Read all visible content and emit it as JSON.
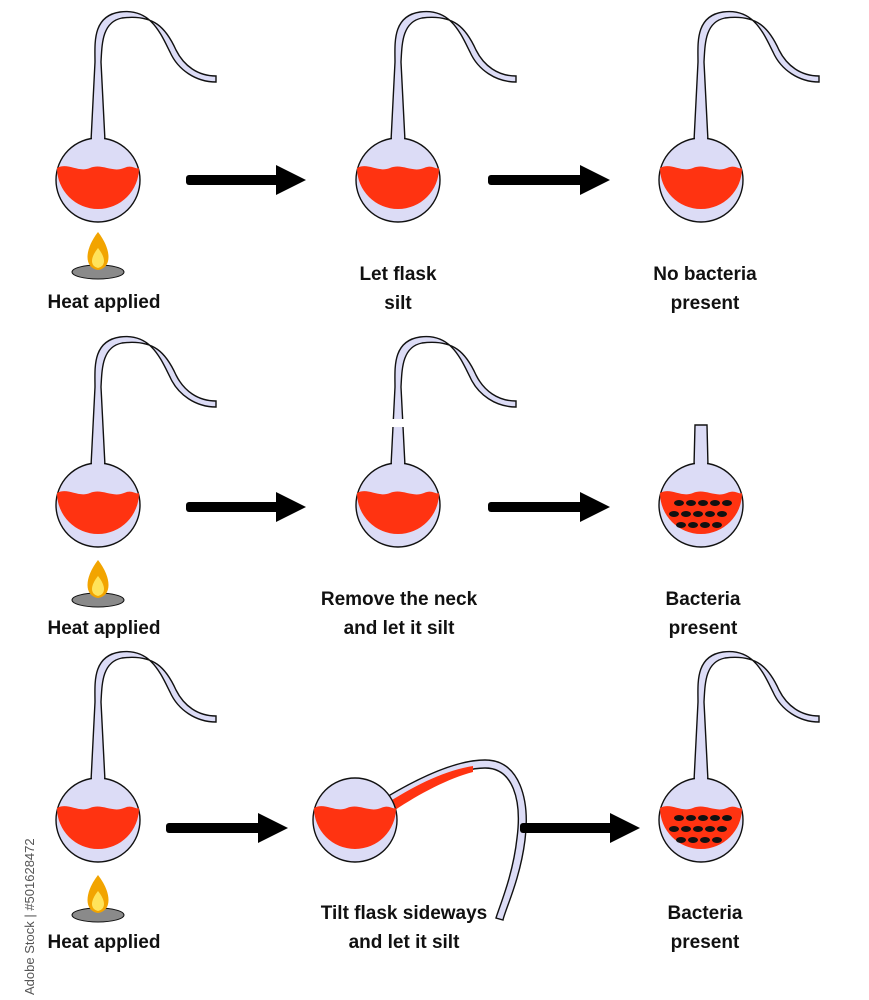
{
  "colors": {
    "liquid": "#ff3311",
    "glass": "#dcdcf6",
    "outline": "#111111",
    "arrow": "#000000",
    "bacteria": "#111111",
    "flame_outer": "#f2a400",
    "flame_inner": "#ffe35a",
    "burner": "#8a8a8a"
  },
  "rows": [
    {
      "steps": [
        {
          "label_lines": [
            "Heat applied"
          ],
          "flask": "swan-neck",
          "bacteria": false,
          "heat": true
        },
        {
          "label_lines": [
            "Let flask",
            "silt"
          ],
          "flask": "swan-neck",
          "bacteria": false,
          "heat": false
        },
        {
          "label_lines": [
            "No bacteria",
            "present"
          ],
          "flask": "swan-neck",
          "bacteria": false,
          "heat": false
        }
      ]
    },
    {
      "steps": [
        {
          "label_lines": [
            "Heat applied"
          ],
          "flask": "swan-neck",
          "bacteria": false,
          "heat": true
        },
        {
          "label_lines": [
            "Remove the neck",
            "and let it silt"
          ],
          "flask": "neck-breaking",
          "bacteria": false,
          "heat": false
        },
        {
          "label_lines": [
            "Bacteria",
            "present"
          ],
          "flask": "neck-removed",
          "bacteria": true,
          "heat": false
        }
      ]
    },
    {
      "steps": [
        {
          "label_lines": [
            "Heat applied"
          ],
          "flask": "swan-neck",
          "bacteria": false,
          "heat": true
        },
        {
          "label_lines": [
            "Tilt flask sideways",
            "and let it silt"
          ],
          "flask": "tilted",
          "bacteria": false,
          "heat": false
        },
        {
          "label_lines": [
            "Bacteria",
            "present"
          ],
          "flask": "swan-neck",
          "bacteria": true,
          "heat": false
        }
      ]
    }
  ],
  "watermark": "Adobe Stock | #501628472"
}
